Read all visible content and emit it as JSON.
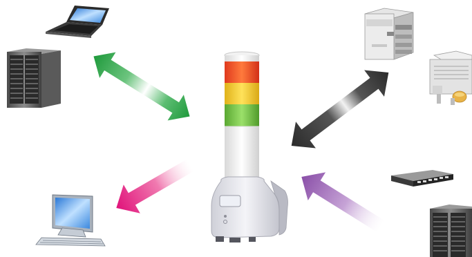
{
  "diagram": {
    "central_device": "signal-tower-network-monitor",
    "tower_lamps": [
      "red",
      "yellow",
      "green",
      "white"
    ],
    "connections": [
      {
        "peer": "laptop-and-server-rack",
        "direction": "bidirectional",
        "color": "#1f9a3c"
      },
      {
        "peer": "printer-and-projector",
        "direction": "bidirectional",
        "color": "#2b2b2b"
      },
      {
        "peer": "desktop-monitor",
        "direction": "outgoing",
        "color": "#e0127a"
      },
      {
        "peer": "network-switch-and-server-rack",
        "direction": "incoming",
        "color": "#8a4fa8"
      }
    ]
  }
}
